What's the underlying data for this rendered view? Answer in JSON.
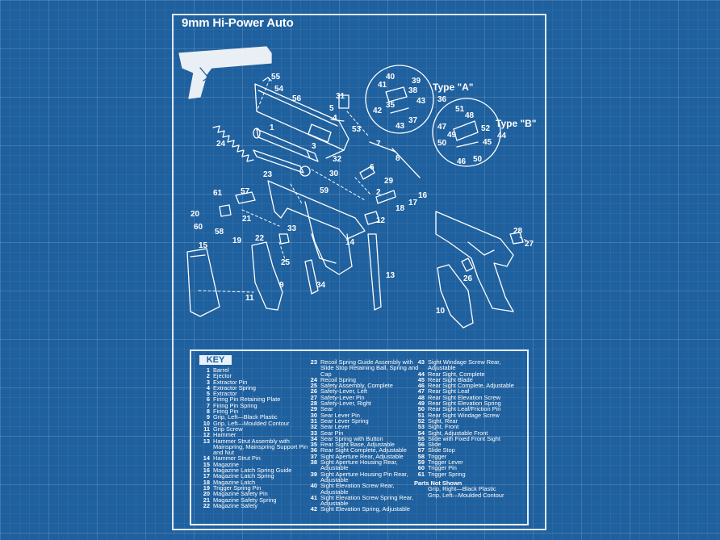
{
  "title": "9mm Hi-Power Auto",
  "key_heading": "KEY",
  "types": {
    "a": "Type \"A\"",
    "b": "Type \"B\""
  },
  "callouts": {
    "n55": "55",
    "n54": "54",
    "n56": "56",
    "n31": "31",
    "n5": "5",
    "n4": "4",
    "n53": "53",
    "n1": "1",
    "n3": "3",
    "n7": "7",
    "n8": "8",
    "n24": "24",
    "n32": "32",
    "n30": "30",
    "n6": "6",
    "n29": "29",
    "n2": "2",
    "n23": "23",
    "n59": "59",
    "n16": "16",
    "n17": "17",
    "n18": "18",
    "n61": "61",
    "n57": "57",
    "n20": "20",
    "n60": "60",
    "n58": "58",
    "n21": "21",
    "n19": "19",
    "n22": "22",
    "n33": "33",
    "n12": "12",
    "n14": "14",
    "n25": "25",
    "n15": "15",
    "n9": "9",
    "n34": "34",
    "n11": "11",
    "n13": "13",
    "n28": "28",
    "n27": "27",
    "n26": "26",
    "n10": "10",
    "n36": "36",
    "n44": "44",
    "n40": "40",
    "n39": "39",
    "n41": "41",
    "n38": "38",
    "n42": "42",
    "n35": "35",
    "n43a": "43",
    "n37": "37",
    "n43b": "43",
    "n51": "51",
    "n48": "48",
    "n47": "47",
    "n52": "52",
    "n49": "49",
    "n45": "45",
    "n50a": "50",
    "n46": "46",
    "n50b": "50"
  },
  "key_col1": [
    {
      "n": "1",
      "t": "Barrel"
    },
    {
      "n": "2",
      "t": "Ejector"
    },
    {
      "n": "3",
      "t": "Extractor Pin"
    },
    {
      "n": "4",
      "t": "Extractor Spring"
    },
    {
      "n": "5",
      "t": "Extractor"
    },
    {
      "n": "6",
      "t": "Firing Pin Retaining Plate"
    },
    {
      "n": "7",
      "t": "Firing Pin Spring"
    },
    {
      "n": "8",
      "t": "Firing Pin"
    },
    {
      "n": "9",
      "t": "Grip, Left—Black Plastic"
    },
    {
      "n": "10",
      "t": "Grip, Left—Moulded Contour"
    },
    {
      "n": "11",
      "t": "Grip Screw"
    },
    {
      "n": "12",
      "t": "Hammer"
    },
    {
      "n": "13",
      "t": "Hammer Strut Assembly with Mainspring, Mainspring Support Pin and Nut"
    },
    {
      "n": "14",
      "t": "Hammer Strut Pin"
    },
    {
      "n": "15",
      "t": "Magazine"
    },
    {
      "n": "16",
      "t": "Magazine Latch Spring Guide"
    },
    {
      "n": "17",
      "t": "Magazine Latch Spring"
    },
    {
      "n": "18",
      "t": "Magazine Latch"
    },
    {
      "n": "19",
      "t": "Trigger Spring Pin"
    },
    {
      "n": "20",
      "t": "Magazine Safety Pin"
    },
    {
      "n": "21",
      "t": "Magazine Safety Spring"
    },
    {
      "n": "22",
      "t": "Magazine Safety"
    }
  ],
  "key_col2": [
    {
      "n": "23",
      "t": "Recoil Spring Guide Assembly with Slide Stop Retaining Ball, Spring and Cap"
    },
    {
      "n": "24",
      "t": "Recoil Spring"
    },
    {
      "n": "25",
      "t": "Safety Assembly, Complete"
    },
    {
      "n": "26",
      "t": "Safety-Lever, Left"
    },
    {
      "n": "27",
      "t": "Safety-Lever Pin"
    },
    {
      "n": "28",
      "t": "Safety-Lever, Right"
    },
    {
      "n": "29",
      "t": "Sear"
    },
    {
      "n": "30",
      "t": "Sear Lever Pin"
    },
    {
      "n": "31",
      "t": "Sear Lever Spring"
    },
    {
      "n": "32",
      "t": "Sear Lever"
    },
    {
      "n": "33",
      "t": "Sear Pin"
    },
    {
      "n": "34",
      "t": "Sear Spring with Button"
    },
    {
      "n": "35",
      "t": "Rear Sight Base, Adjustable"
    },
    {
      "n": "36",
      "t": "Rear Sight Complete, Adjustable"
    },
    {
      "n": "37",
      "t": "Sight Aperture Rear, Adjustable"
    },
    {
      "n": "38",
      "t": "Sight Aperture Housing Rear, Adjustable"
    },
    {
      "n": "39",
      "t": "Sight Aperture Housing Pin Rear, Adjustable"
    },
    {
      "n": "40",
      "t": "Sight Elevation Screw Rear, Adjustable"
    },
    {
      "n": "41",
      "t": "Sight Elevation Screw Spring Rear, Adjustable"
    },
    {
      "n": "42",
      "t": "Sight Elevation Spring, Adjustable"
    }
  ],
  "key_col3": [
    {
      "n": "43",
      "t": "Sight Windage Screw Rear, Adjustable"
    },
    {
      "n": "44",
      "t": "Rear Sight, Complete"
    },
    {
      "n": "45",
      "t": "Rear Sight Blade"
    },
    {
      "n": "46",
      "t": "Rear Sight Complete, Adjustable"
    },
    {
      "n": "47",
      "t": "Rear Sight Leaf"
    },
    {
      "n": "48",
      "t": "Rear Sight Elevation Screw"
    },
    {
      "n": "49",
      "t": "Rear Sight Elevation Spring"
    },
    {
      "n": "50",
      "t": "Rear Sight Leaf/Friction Pin"
    },
    {
      "n": "51",
      "t": "Rear Sight Windage Screw"
    },
    {
      "n": "52",
      "t": "Sight, Rear"
    },
    {
      "n": "53",
      "t": "Sight, Front"
    },
    {
      "n": "54",
      "t": "Sight, Adjustable Front"
    },
    {
      "n": "55",
      "t": "Slide with Fixed Front Sight"
    },
    {
      "n": "56",
      "t": "Slide"
    },
    {
      "n": "57",
      "t": "Slide Stop"
    },
    {
      "n": "58",
      "t": "Trigger"
    },
    {
      "n": "59",
      "t": "Trigger Lever"
    },
    {
      "n": "60",
      "t": "Trigger Pin"
    },
    {
      "n": "61",
      "t": "Trigger Spring"
    }
  ],
  "parts_not_shown": {
    "heading": "Parts Not Shown",
    "items": [
      "Grip, Right—Black Plastic",
      "Grip, Left—Moulded Contour"
    ]
  }
}
